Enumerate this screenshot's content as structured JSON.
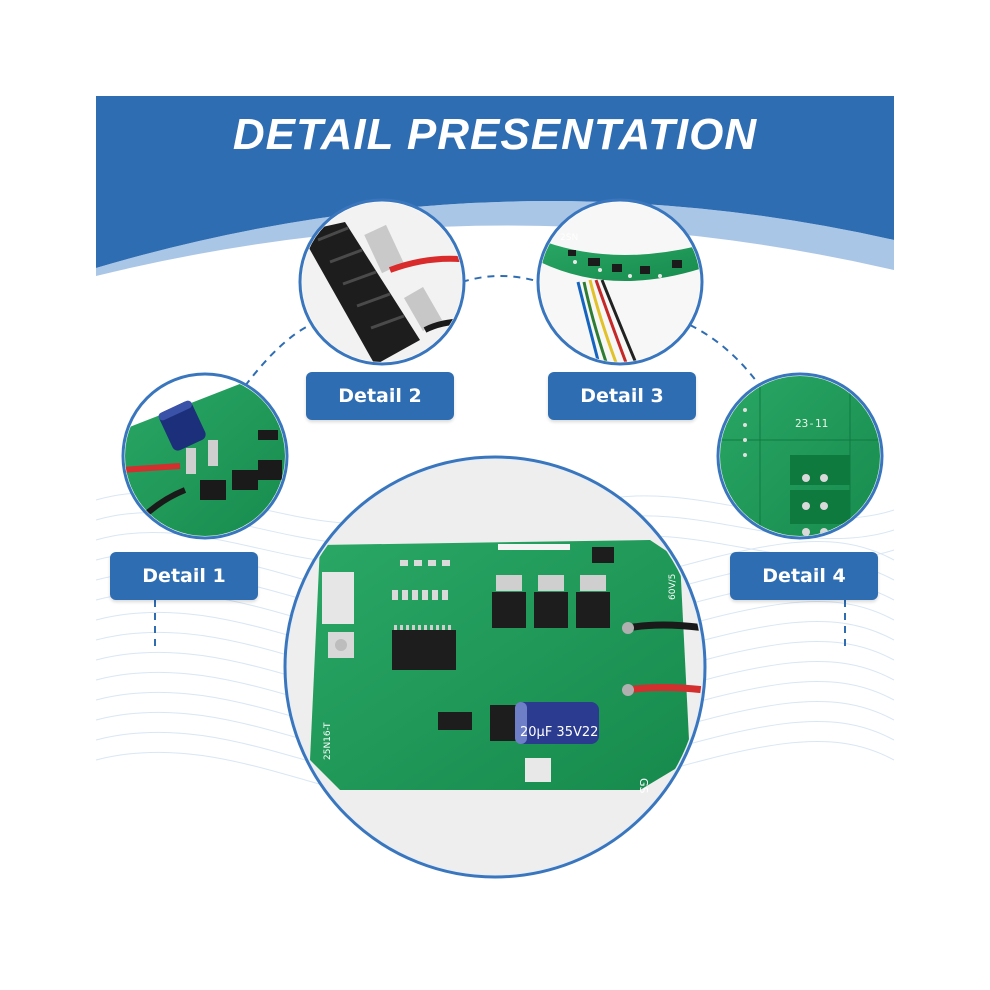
{
  "header": {
    "title": "DETAIL PRESENTATION"
  },
  "details": [
    {
      "label": "Detail 1"
    },
    {
      "label": "Detail 2"
    },
    {
      "label": "Detail 3"
    },
    {
      "label": "Detail 4"
    }
  ],
  "main_board": {
    "capacitor_marking": "20µF 35V22",
    "board_marking": "25N16-T",
    "tab_marking": "60V/5",
    "corner_marking": "GS"
  },
  "detail4_board": {
    "marking": "23-11"
  },
  "detail3_board": {
    "marking": "2SN"
  },
  "colors": {
    "banner_blue": "#2f6db3",
    "banner_light": "#a9c6e6",
    "pcb_green": "#1f9a5a",
    "circle_border": "#3a76bd"
  }
}
